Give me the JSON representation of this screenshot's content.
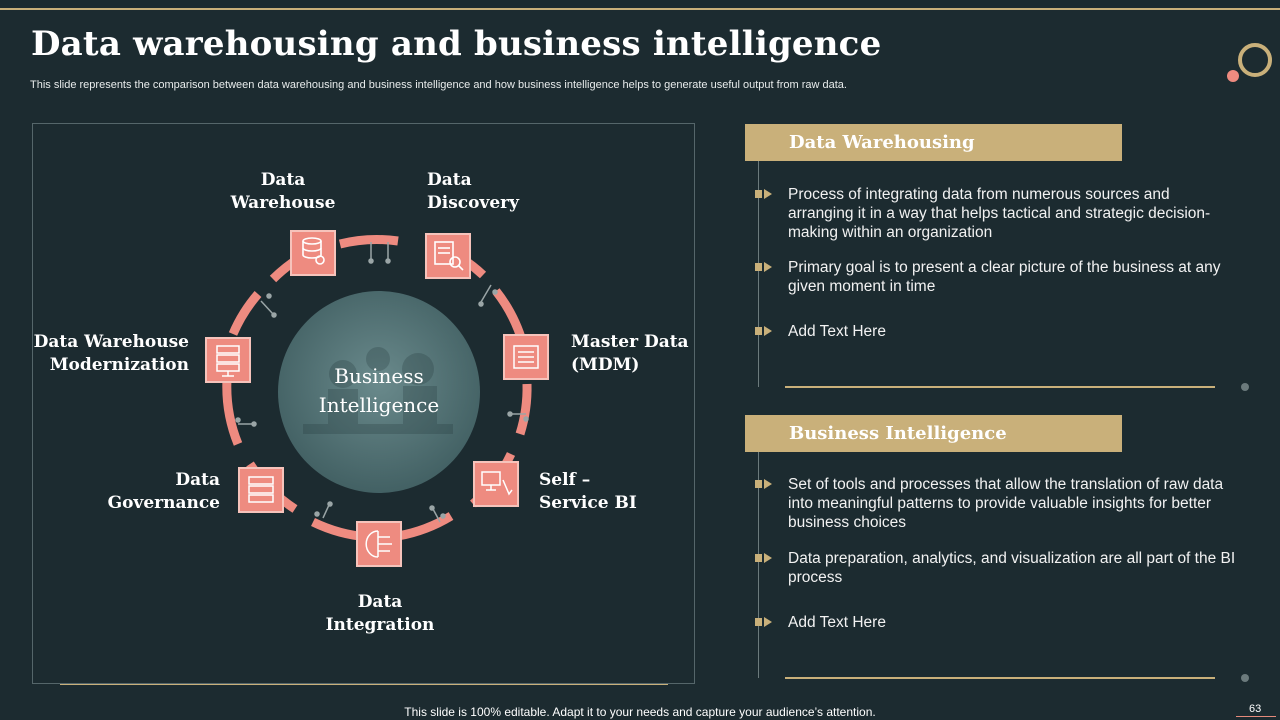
{
  "slide": {
    "title": "Data warehousing and business intelligence",
    "subtitle": "This slide represents the comparison between data warehousing and business intelligence and how business intelligence helps to generate useful output from raw data.",
    "footer": "This slide is 100% editable. Adapt it to your needs and capture your audience’s attention.",
    "page_number": "63"
  },
  "diagram": {
    "center": {
      "line1": "Business",
      "line2": "Intelligence"
    },
    "nodes": [
      {
        "line1": "Data",
        "line2": "Warehouse",
        "icon": "database-gear-icon"
      },
      {
        "line1": "Data",
        "line2": "Discovery",
        "icon": "document-search-icon"
      },
      {
        "line1": "Master Data",
        "line2": "(MDM)",
        "icon": "circuit-icon"
      },
      {
        "line1": "Self –",
        "line2": "Service BI",
        "icon": "monitor-touch-icon"
      },
      {
        "line1": "Data",
        "line2": "Integration",
        "icon": "brain-circuit-icon"
      },
      {
        "line1": "Data",
        "line2": "Governance",
        "icon": "database-stack-icon"
      },
      {
        "line1": "Data Warehouse",
        "line2": "Modernization",
        "icon": "server-rack-icon"
      }
    ]
  },
  "sections": [
    {
      "header": "Data Warehousing",
      "bullets": [
        "Process of integrating data from numerous sources and arranging it in a way that helps tactical and strategic decision-making within an organization",
        "Primary goal is to present a clear picture of the business at any given moment in time",
        "Add Text Here"
      ]
    },
    {
      "header": "Business Intelligence",
      "bullets": [
        "Set of tools and processes that allow the translation of raw data into meaningful patterns to provide valuable insights for better business choices",
        "Data preparation, analytics, and visualization are all part of the BI process",
        "Add Text Here"
      ]
    }
  ],
  "colors": {
    "background": "#1c2b30",
    "accent_gold": "#c9b07a",
    "accent_salmon": "#ee8b80",
    "circle_fill": "#4f6f72"
  }
}
